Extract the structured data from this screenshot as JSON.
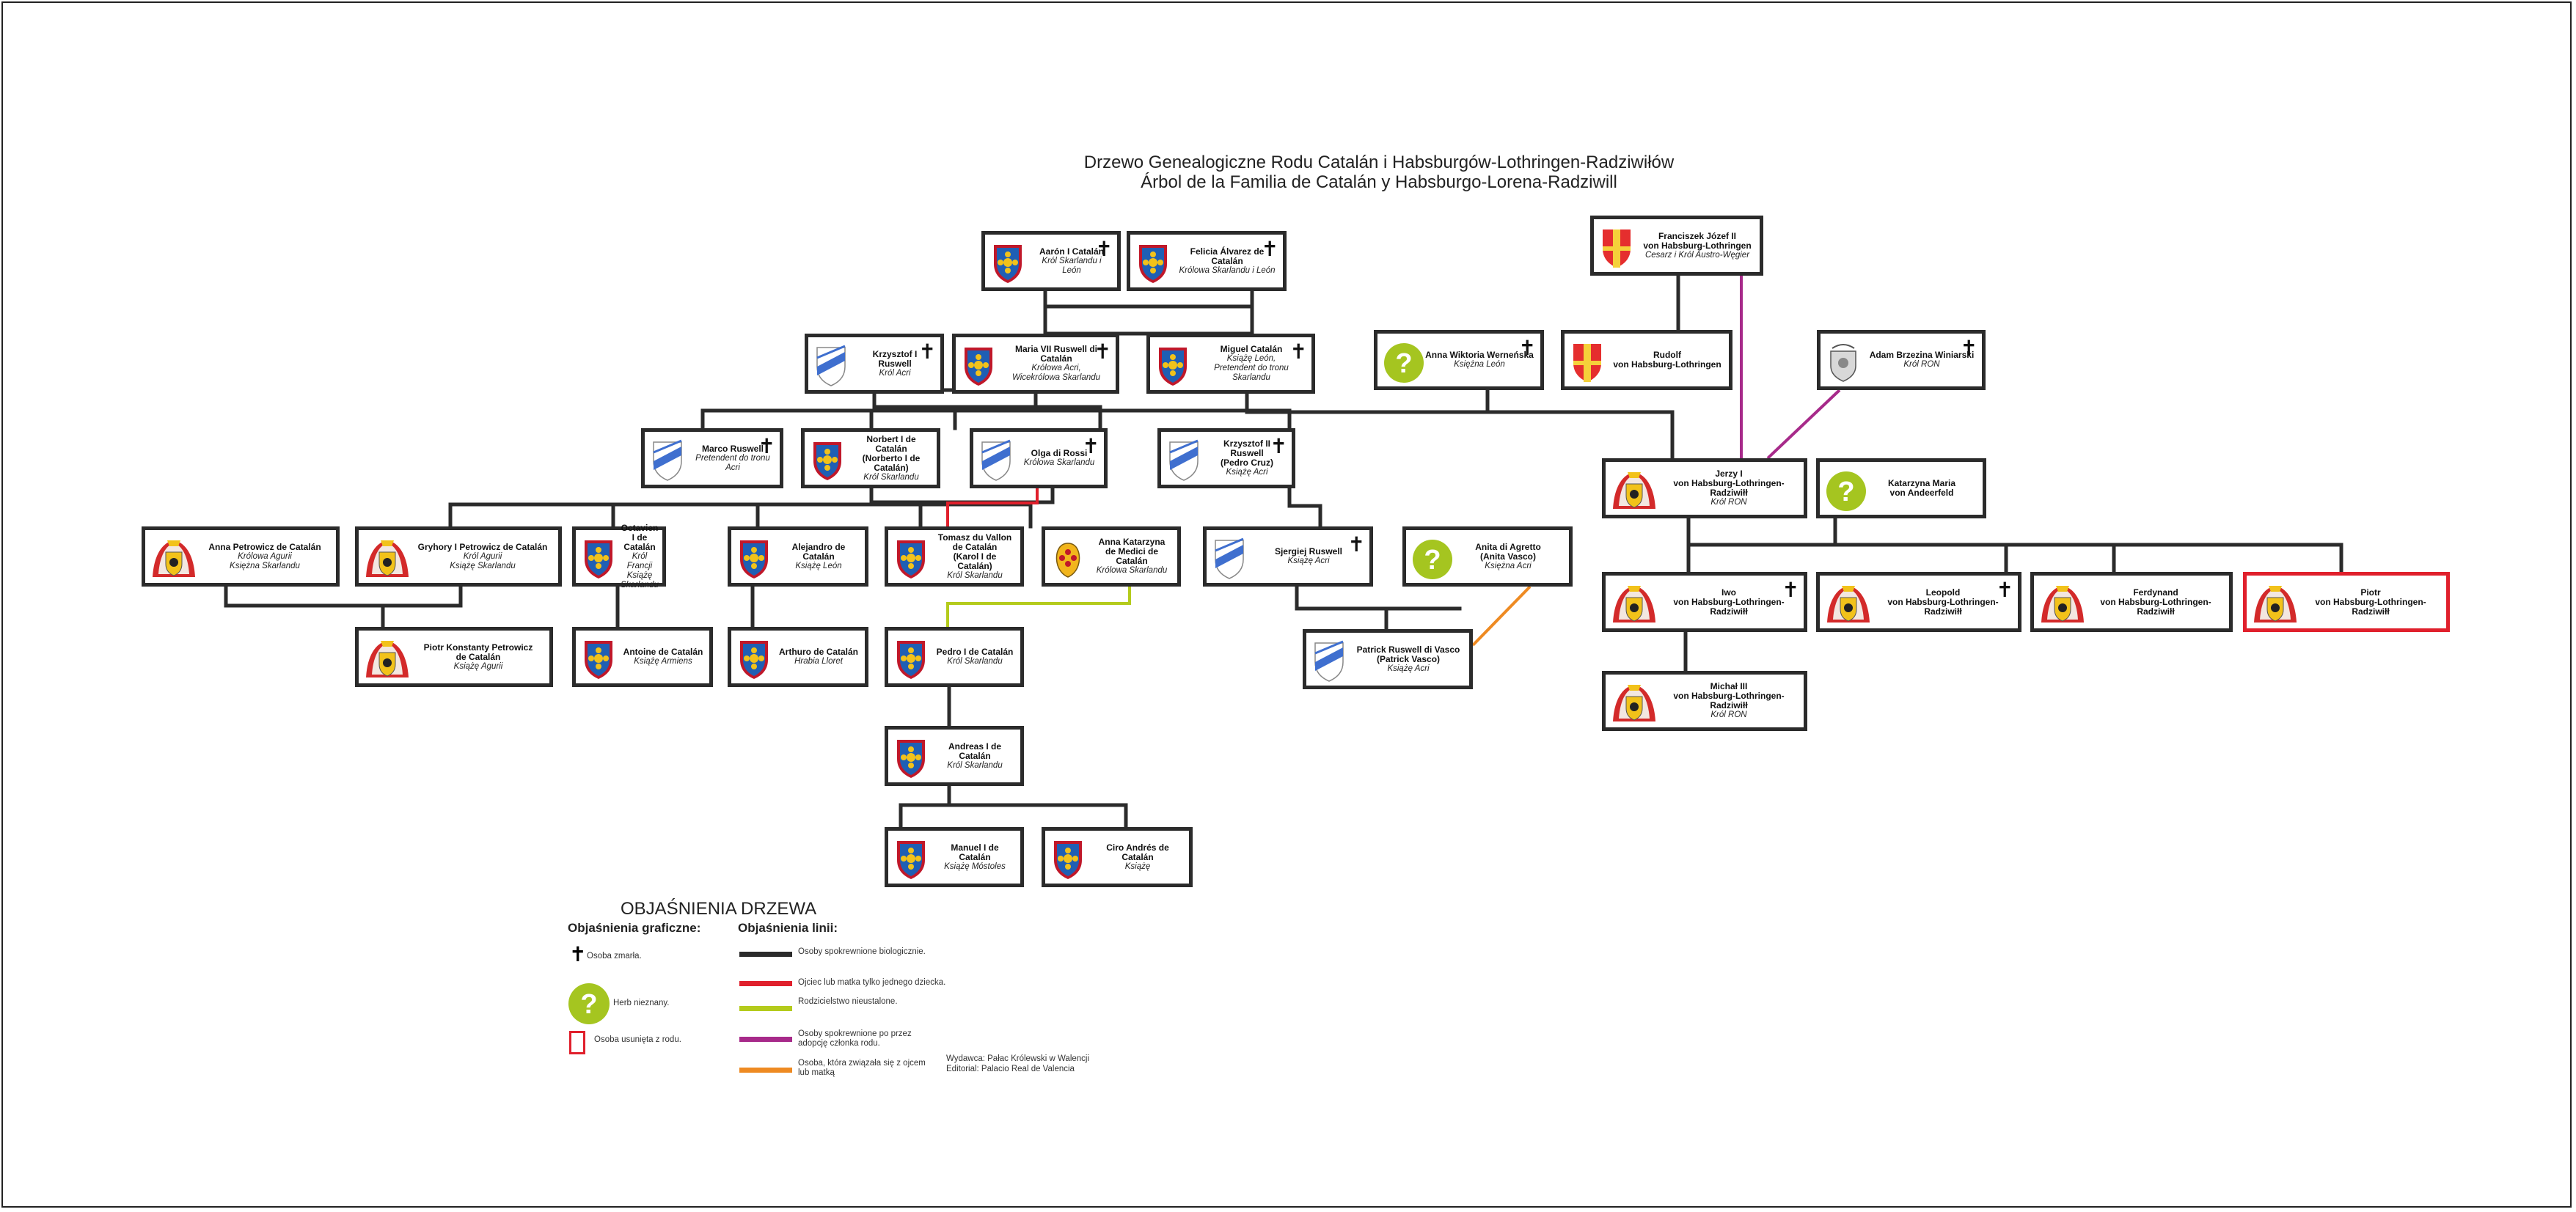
{
  "title": {
    "line1": "Drzewo Genealogiczne Rodu Catalán i Habsburgów-Lothringen-Radziwiłów",
    "line2": "Árbol de la Familia de Catalán y Habsburgo-Lorena-Radziwill"
  },
  "colors": {
    "biological": "#2b2b2b",
    "single_child": "#e0202c",
    "uncertain": "#b4cb1c",
    "adopted": "#a72a8a",
    "married": "#ee8a22",
    "unknown_arms": "#a5c520"
  },
  "persons": [
    {
      "id": "aaron",
      "name": "Aarón I Catalán",
      "title": "Król Skarlandu i León",
      "arms": "catalan",
      "deceased": true
    },
    {
      "id": "felicia",
      "name": "Felicia Álvarez de Catalán",
      "title": "Królowa Skarlandu i León",
      "arms": "catalan",
      "deceased": true
    },
    {
      "id": "krzysztof1",
      "name": "Krzysztof I Ruswell",
      "title": "Król Acri",
      "arms": "ruswell",
      "deceased": true
    },
    {
      "id": "maria7",
      "name": "Maria VII Ruswell di Catalán",
      "title": "Królowa Acri,\nWicekrólowa Skarlandu",
      "arms": "catalan",
      "deceased": true
    },
    {
      "id": "miguel",
      "name": "Miguel Catalán",
      "title": "Książę León,\nPretendent do tronu Skarlandu",
      "arms": "catalan",
      "deceased": true
    },
    {
      "id": "annaw",
      "name": "Anna Wiktoria Werneńska",
      "title": "Księżna León",
      "arms": "unknown",
      "deceased": true
    },
    {
      "id": "franciszek",
      "name": "Franciszek Józef II\nvon Habsburg-Lothringen",
      "title": "Cesarz i Król Austro-Węgier",
      "arms": "habsburg",
      "deceased": false
    },
    {
      "id": "rudolf",
      "name": "Rudolf\nvon Habsburg-Lothringen",
      "title": "",
      "arms": "habsburg",
      "deceased": false
    },
    {
      "id": "adam",
      "name": "Adam Brzezina Winiarski",
      "title": "Król RON",
      "arms": "grey",
      "deceased": true
    },
    {
      "id": "marco",
      "name": "Marco Ruswell",
      "title": "Pretendent do tronu Acri",
      "arms": "ruswell",
      "deceased": true
    },
    {
      "id": "norbert",
      "name": "Norbert I de Catalán\n(Norberto I de Catalán)",
      "title": "Król Skarlandu",
      "arms": "catalan",
      "deceased": false
    },
    {
      "id": "olga",
      "name": "Olga di Rossi",
      "title": "Królowa Skarlandu",
      "arms": "ruswell",
      "deceased": true
    },
    {
      "id": "krzysztof2",
      "name": "Krzysztof II Ruswell\n(Pedro Cruz)",
      "title": "Książę Acri",
      "arms": "ruswell",
      "deceased": true
    },
    {
      "id": "jerzy",
      "name": "Jerzy I\nvon Habsburg-Lothringen-Radziwiłł",
      "title": "Król RON",
      "arms": "mantle",
      "deceased": false
    },
    {
      "id": "katarzyna",
      "name": "Katarzyna Maria\nvon Andeerfeld",
      "title": "",
      "arms": "unknown",
      "deceased": false
    },
    {
      "id": "annap",
      "name": "Anna Petrowicz de Catalán",
      "title": "Królowa Agurii\nKsiężna Skarlandu",
      "arms": "mantle",
      "deceased": false
    },
    {
      "id": "gryhory",
      "name": "Gryhory I Petrowicz de Catalán",
      "title": "Król Agurii\nKsiążę Skarlandu",
      "arms": "mantle",
      "deceased": false
    },
    {
      "id": "octavien",
      "name": "Octavien I de Catalán",
      "title": "Król Francji\nKsiążę Skarlandu",
      "arms": "catalan",
      "deceased": false
    },
    {
      "id": "alejandro",
      "name": "Alejandro de Catalán",
      "title": "Książę León",
      "arms": "catalan",
      "deceased": false
    },
    {
      "id": "tomasz",
      "name": "Tomasz du Vallon\nde Catalán\n(Karol I de Catalán)",
      "title": "Król Skarlandu",
      "arms": "catalan",
      "deceased": false
    },
    {
      "id": "annak",
      "name": "Anna Katarzyna\nde Medici de Catalán",
      "title": "Królowa Skarlandu",
      "arms": "medici",
      "deceased": false
    },
    {
      "id": "sjergiej",
      "name": "Sjergiej Ruswell",
      "title": "Książę Acri",
      "arms": "ruswell",
      "deceased": true
    },
    {
      "id": "anita",
      "name": "Anita di Agretto\n(Anita Vasco)",
      "title": "Księżna Acri",
      "arms": "unknown",
      "deceased": false
    },
    {
      "id": "iwo",
      "name": "Iwo\nvon Habsburg-Lothringen-Radziwiłł",
      "title": "",
      "arms": "mantle",
      "deceased": true
    },
    {
      "id": "leopold",
      "name": "Leopold\nvon Habsburg-Lothringen-Radziwiłł",
      "title": "",
      "arms": "mantle",
      "deceased": true
    },
    {
      "id": "ferdynand",
      "name": "Ferdynand\nvon Habsburg-Lothringen-Radziwiłł",
      "title": "",
      "arms": "mantle",
      "deceased": false
    },
    {
      "id": "piotr",
      "name": "Piotr\nvon Habsburg-Lothringen-Radziwiłł",
      "title": "",
      "arms": "mantle",
      "deceased": false,
      "removed": true
    },
    {
      "id": "piotrk",
      "name": "Piotr Konstanty Petrowicz\nde Catalán",
      "title": "Książę Agurii",
      "arms": "mantle",
      "deceased": false
    },
    {
      "id": "antoine",
      "name": "Antoine de Catalán",
      "title": "Książę Armiens",
      "arms": "catalan",
      "deceased": false
    },
    {
      "id": "arthuro",
      "name": "Arthuro de Catalán",
      "title": "Hrabia Lloret",
      "arms": "catalan",
      "deceased": false
    },
    {
      "id": "pedro",
      "name": "Pedro I de Catalán",
      "title": "Król Skarlandu",
      "arms": "catalan",
      "deceased": false
    },
    {
      "id": "patrick",
      "name": "Patrick Ruswell di Vasco\n(Patrick Vasco)",
      "title": "Książę Acri",
      "arms": "ruswell",
      "deceased": false
    },
    {
      "id": "michal",
      "name": "Michał III\nvon Habsburg-Lothringen-Radziwiłł",
      "title": "Król RON",
      "arms": "mantle",
      "deceased": false
    },
    {
      "id": "andreas",
      "name": "Andreas I de Catalán",
      "title": "Król Skarlandu",
      "arms": "catalan",
      "deceased": false
    },
    {
      "id": "manuel",
      "name": "Manuel I de Catalán",
      "title": "Książę Móstoles",
      "arms": "catalan",
      "deceased": false
    },
    {
      "id": "ciro",
      "name": "Ciro Andrés de Catalán",
      "title": "Książę",
      "arms": "catalan",
      "deceased": false
    }
  ],
  "legend": {
    "heading": "OBJAŚNIENIA DRZEWA",
    "graphic_heading": "Objaśnienia graficzne:",
    "lines_heading": "Objaśnienia linii:",
    "deceased": "Osoba zmarła.",
    "unknown_arms": "Herb nieznany.",
    "removed": "Osoba usunięta z rodu.",
    "line_biological": "Osoby spokrewnione biologicznie.",
    "line_single_child": "Ojciec lub matka tylko jednego dziecka.",
    "line_uncertain": "Rodzicielstwo nieustalone.",
    "line_adopted": "Osoby spokrewnione po przez\nadopcję członka rodu.",
    "line_married": "Osoba, która związała się z ojcem\nlub matką",
    "publisher_pl": "Wydawca: Pałac Królewski w Walencji",
    "publisher_es": "Editorial: Palacio Real de Valencia"
  }
}
